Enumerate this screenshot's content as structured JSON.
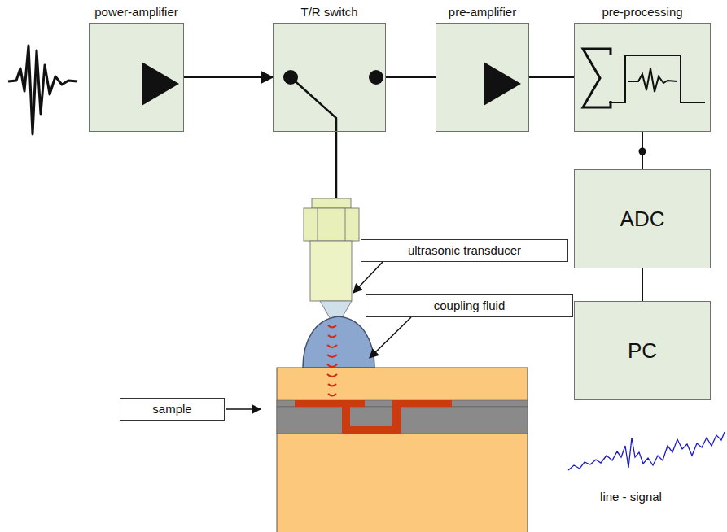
{
  "diagram": {
    "nodes": [
      {
        "text": [
          "power-amplifier"
        ]
      },
      {
        "text": [
          "T/R switch"
        ]
      },
      {
        "text": [
          "pre-amplifier"
        ]
      },
      {
        "text": [
          "pre-processing"
        ]
      },
      {
        "text": [
          "ADC"
        ]
      },
      {
        "text": [
          "PC"
        ]
      },
      {
        "text": [
          "ultrasonic transducer"
        ]
      },
      {
        "text": [
          "coupling fluid"
        ]
      },
      {
        "text": [
          "sample"
        ]
      }
    ],
    "edges": [
      {
        "from": 0,
        "to": 1,
        "arrow": "to"
      },
      {
        "from": 1,
        "to": 2,
        "arrow": "none"
      },
      {
        "from": 2,
        "to": 3,
        "arrow": "none"
      },
      {
        "from": 3,
        "to": 4,
        "arrow": "none"
      },
      {
        "from": 4,
        "to": 5,
        "arrow": "none"
      }
    ],
    "labels": [
      "line - signal"
    ]
  }
}
